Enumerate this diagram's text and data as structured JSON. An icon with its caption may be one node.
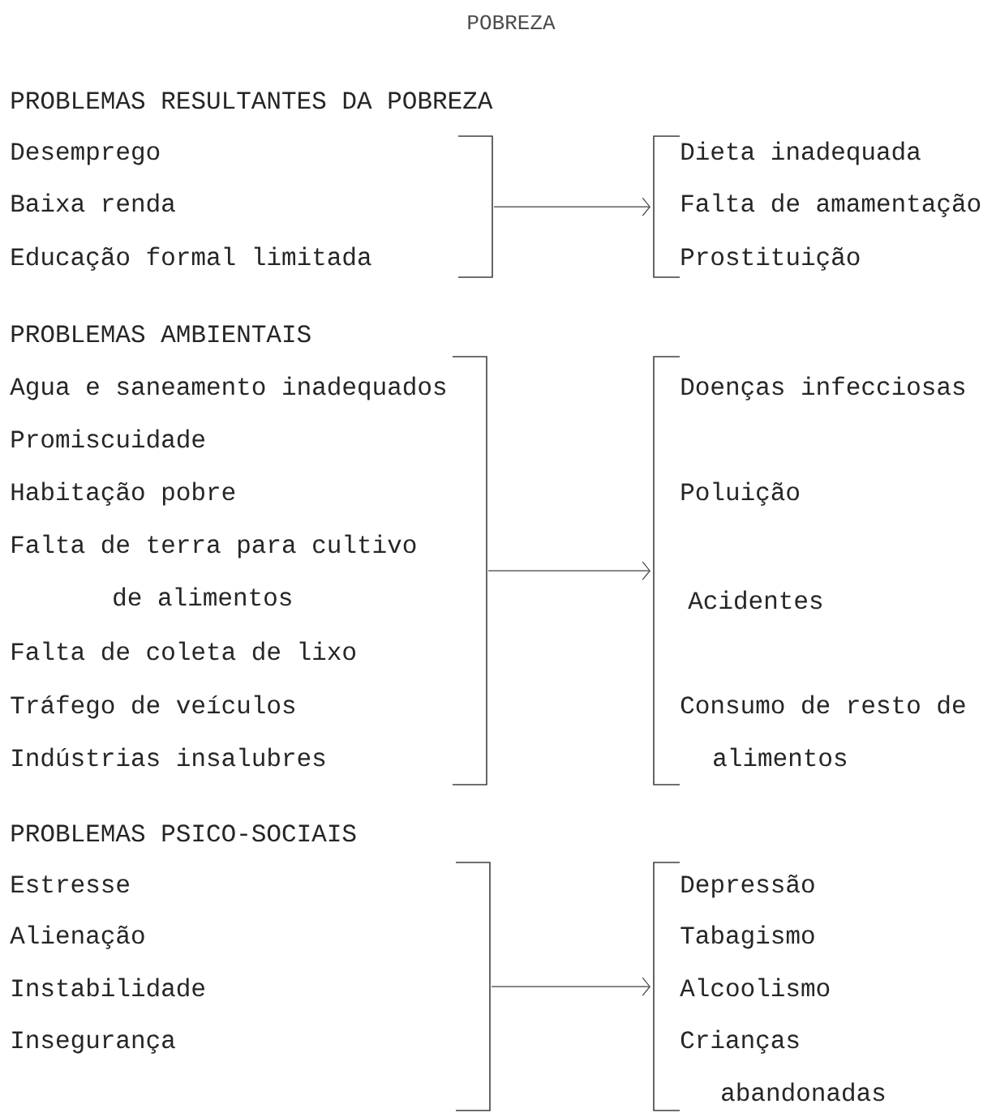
{
  "diagram": {
    "title": "POBREZA",
    "labels": [
      "PROBLEMAS RESULTANTES DA POBREZA",
      "PROBLEMAS AMBIENTAIS",
      "PROBLEMAS PSICO-SOCIAIS"
    ],
    "nodes": [
      {
        "text": [
          "Desemprego",
          "Baixa renda",
          "Educação formal limitada"
        ]
      },
      {
        "text": [
          "Dieta inadequada",
          "Falta de amamentação",
          "Prostituição"
        ]
      },
      {
        "text": [
          "Agua e saneamento inadequados",
          "Promiscuidade",
          "Habitação pobre",
          "Falta de terra para cultivo de alimentos",
          "Falta de coleta de lixo",
          "Tráfego de veículos",
          "Indústrias insalubres"
        ]
      },
      {
        "text": [
          "Doenças infecciosas",
          "Poluição",
          "Acidentes",
          "Consumo de resto de alimentos"
        ]
      },
      {
        "text": [
          "Estresse",
          "Alienação",
          "Instabilidade",
          "Insegurança"
        ]
      },
      {
        "text": [
          "Depressão",
          "Tabagismo",
          "Alcoolismo",
          "Crianças abandonadas"
        ]
      }
    ],
    "edges": [
      {
        "from": 0,
        "to": 1,
        "arrow": "to"
      },
      {
        "from": 2,
        "to": 3,
        "arrow": "to"
      },
      {
        "from": 4,
        "to": 5,
        "arrow": "to"
      }
    ]
  }
}
